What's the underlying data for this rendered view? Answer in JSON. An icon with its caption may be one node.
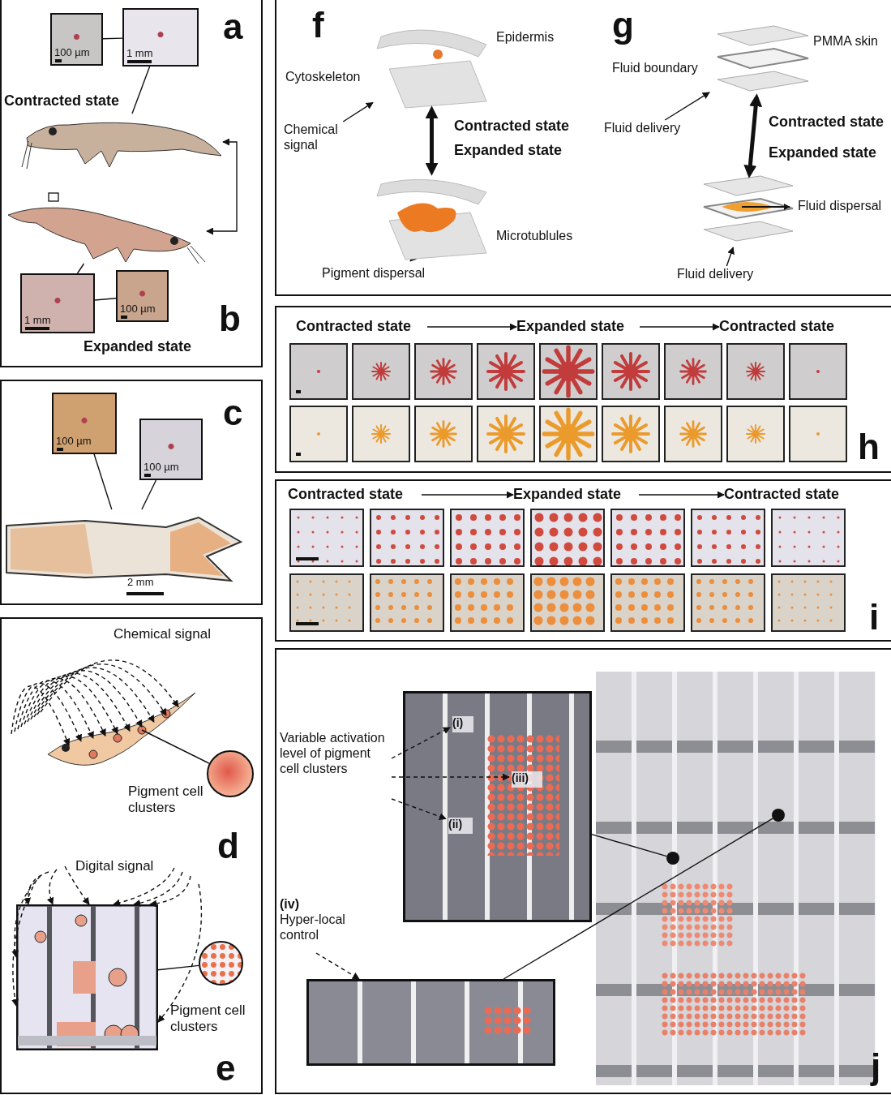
{
  "diagram": {
    "nodes": [
      {
        "text": [
          "100 µm"
        ]
      },
      {
        "text": [
          "1 mm"
        ]
      },
      {
        "text": [],
        "shape": "picture"
      },
      {
        "text": [],
        "shape": "picture"
      },
      {
        "text": [
          "1 mm"
        ]
      },
      {
        "text": [
          "100 µm"
        ]
      },
      {
        "text": [
          "100 µm"
        ]
      },
      {
        "text": [
          "100 µm"
        ]
      },
      {
        "text": [],
        "shape": "picture"
      },
      {
        "text": [],
        "shape": "picture"
      },
      {
        "text": [],
        "shape": "circle"
      },
      {
        "text": [],
        "shape": "picture"
      },
      {
        "text": [],
        "shape": "circle"
      },
      {
        "text": [],
        "shape": "picture"
      },
      {
        "text": [],
        "shape": "picture"
      },
      {
        "text": [
          "Chemical signal"
        ]
      },
      {
        "text": [],
        "shape": "picture"
      },
      {
        "text": [],
        "shape": "picture"
      },
      {
        "text": [
          "Fluid delivery"
        ]
      },
      {
        "text": [
          "Fluid delivery"
        ]
      },
      {
        "text": [
          "Contracted state"
        ]
      },
      {
        "text": [
          "Expanded state"
        ]
      },
      {
        "text": [
          "Contracted state"
        ]
      },
      {
        "text": [
          "Contracted state"
        ]
      },
      {
        "text": [
          "Expanded state"
        ]
      },
      {
        "text": [
          "Contracted state"
        ]
      },
      {
        "text": [],
        "shape": "picture"
      },
      {
        "text": [],
        "shape": "picture"
      },
      {
        "text": [],
        "shape": "picture"
      },
      {
        "text": [
          "Variable activation level of pigment cell clusters"
        ]
      },
      {
        "text": [
          "(i)"
        ],
        "in": 27
      },
      {
        "text": [
          "(iii)"
        ],
        "in": 27
      },
      {
        "text": [
          "(ii)"
        ],
        "in": 27
      },
      {
        "text": [
          "(iv)",
          "Hyper-local control"
        ]
      },
      {
        "text": [],
        "shape": "circle",
        "in": 26
      },
      {
        "text": [],
        "shape": "circle",
        "in": 26
      },
      {
        "text": [],
        "shape": "picture"
      },
      {
        "text": [],
        "shape": "picture"
      },
      {
        "text": [],
        "shape": "picture"
      },
      {
        "text": [],
        "shape": "picture"
      },
      {
        "text": [],
        "shape": "picture"
      },
      {
        "text": [],
        "shape": "picture"
      },
      {
        "text": [],
        "shape": "picture"
      },
      {
        "text": [],
        "shape": "picture"
      },
      {
        "text": [],
        "shape": "picture"
      },
      {
        "text": [],
        "shape": "picture"
      },
      {
        "text": [],
        "shape": "picture"
      },
      {
        "text": [],
        "shape": "picture"
      },
      {
        "text": [],
        "shape": "picture"
      },
      {
        "text": [],
        "shape": "picture"
      },
      {
        "text": [],
        "shape": "picture"
      },
      {
        "text": [],
        "shape": "picture"
      },
      {
        "text": [],
        "shape": "picture"
      },
      {
        "text": [],
        "shape": "picture"
      },
      {
        "text": [],
        "shape": "picture"
      },
      {
        "text": [],
        "shape": "picture"
      },
      {
        "text": [],
        "shape": "picture"
      },
      {
        "text": [],
        "shape": "picture"
      },
      {
        "text": [],
        "shape": "picture"
      },
      {
        "text": [],
        "shape": "picture"
      },
      {
        "text": [],
        "shape": "picture"
      },
      {
        "text": [],
        "shape": "picture"
      },
      {
        "text": [],
        "shape": "picture"
      },
      {
        "text": [],
        "shape": "picture"
      },
      {
        "text": [],
        "shape": "picture"
      },
      {
        "text": [],
        "shape": "picture"
      },
      {
        "text": [],
        "shape": "picture"
      },
      {
        "text": [],
        "shape": "picture"
      }
    ],
    "edges": [
      {
        "from": 1,
        "to": 0,
        "arrow": "none"
      },
      {
        "from": 2,
        "to": 1,
        "arrow": "none"
      },
      {
        "from": 3,
        "to": 4,
        "arrow": "none"
      },
      {
        "from": 4,
        "to": 5,
        "arrow": "none"
      },
      {
        "from": 2,
        "to": 3,
        "arrow": "both"
      },
      {
        "from": 8,
        "to": 6,
        "arrow": "none"
      },
      {
        "from": 8,
        "to": 7,
        "arrow": "none"
      },
      {
        "from": null,
        "to": 9,
        "arrow": "to",
        "style": "dashed"
      },
      {
        "from": null,
        "to": 9,
        "arrow": "to",
        "style": "dashed"
      },
      {
        "from": null,
        "to": 9,
        "arrow": "to",
        "style": "dashed"
      },
      {
        "from": null,
        "to": 9,
        "arrow": "to",
        "style": "dashed"
      },
      {
        "from": null,
        "to": 9,
        "arrow": "to",
        "style": "dashed"
      },
      {
        "from": null,
        "to": 9,
        "arrow": "to",
        "style": "dashed"
      },
      {
        "from": null,
        "to": 9,
        "arrow": "to",
        "style": "dashed"
      },
      {
        "from": null,
        "to": 9,
        "arrow": "to",
        "style": "dashed"
      },
      {
        "from": null,
        "to": 9,
        "arrow": "to",
        "style": "dashed"
      },
      {
        "from": null,
        "to": 9,
        "arrow": "to",
        "style": "dashed"
      },
      {
        "from": 9,
        "to": 10,
        "arrow": "none"
      },
      {
        "from": null,
        "to": 11,
        "arrow": "to",
        "style": "dashed"
      },
      {
        "from": null,
        "to": 11,
        "arrow": "to",
        "style": "dashed"
      },
      {
        "from": null,
        "to": 11,
        "arrow": "to",
        "style": "dashed"
      },
      {
        "from": null,
        "to": 11,
        "arrow": "to",
        "style": "dashed"
      },
      {
        "from": null,
        "to": 11,
        "arrow": "to",
        "style": "dashed"
      },
      {
        "from": null,
        "to": 11,
        "arrow": "to",
        "style": "dashed"
      },
      {
        "from": null,
        "to": 11,
        "arrow": "to",
        "style": "dashed"
      },
      {
        "from": null,
        "to": 11,
        "arrow": "to",
        "style": "dashed"
      },
      {
        "from": null,
        "to": 11,
        "arrow": "to",
        "style": "dashed"
      },
      {
        "from": 11,
        "to": 12,
        "arrow": "none"
      },
      {
        "from": 15,
        "to": 13,
        "arrow": "to"
      },
      {
        "from": 13,
        "to": 14,
        "arrow": "both",
        "style": "thick"
      },
      {
        "from": 18,
        "to": 16,
        "arrow": "to"
      },
      {
        "from": 19,
        "to": 17,
        "arrow": "to"
      },
      {
        "from": 16,
        "to": 17,
        "arrow": "both",
        "style": "thick"
      },
      {
        "from": 20,
        "to": 21,
        "arrow": "to"
      },
      {
        "from": 21,
        "to": 22,
        "arrow": "to"
      },
      {
        "from": 23,
        "to": 24,
        "arrow": "to"
      },
      {
        "from": 24,
        "to": 25,
        "arrow": "to"
      },
      {
        "from": 29,
        "to": 30,
        "arrow": "to",
        "style": "dashed"
      },
      {
        "from": 29,
        "to": 31,
        "arrow": "to",
        "style": "dashed"
      },
      {
        "from": 29,
        "to": 32,
        "arrow": "to",
        "style": "dashed"
      },
      {
        "from": 33,
        "to": 28,
        "arrow": "to",
        "style": "dashed"
      },
      {
        "from": 27,
        "to": 35,
        "arrow": "none"
      },
      {
        "from": 28,
        "to": 34,
        "arrow": "none"
      }
    ],
    "labels": [
      "a",
      "Contracted state",
      "b",
      "Expanded state",
      "c",
      "2 mm",
      "Chemical signal",
      "Pigment cell clusters",
      "d",
      "Digital signal",
      "Pigment cell clusters",
      "e",
      "f",
      "Epidermis",
      "Cytoskeleton",
      "Contracted state",
      "Expanded state",
      "Pigment dispersal",
      "Microtublules",
      "g",
      "PMMA skin",
      "Fluid boundary",
      "Contracted state",
      "Expanded state",
      "Fluid dispersal",
      "h",
      "i",
      "j"
    ]
  }
}
